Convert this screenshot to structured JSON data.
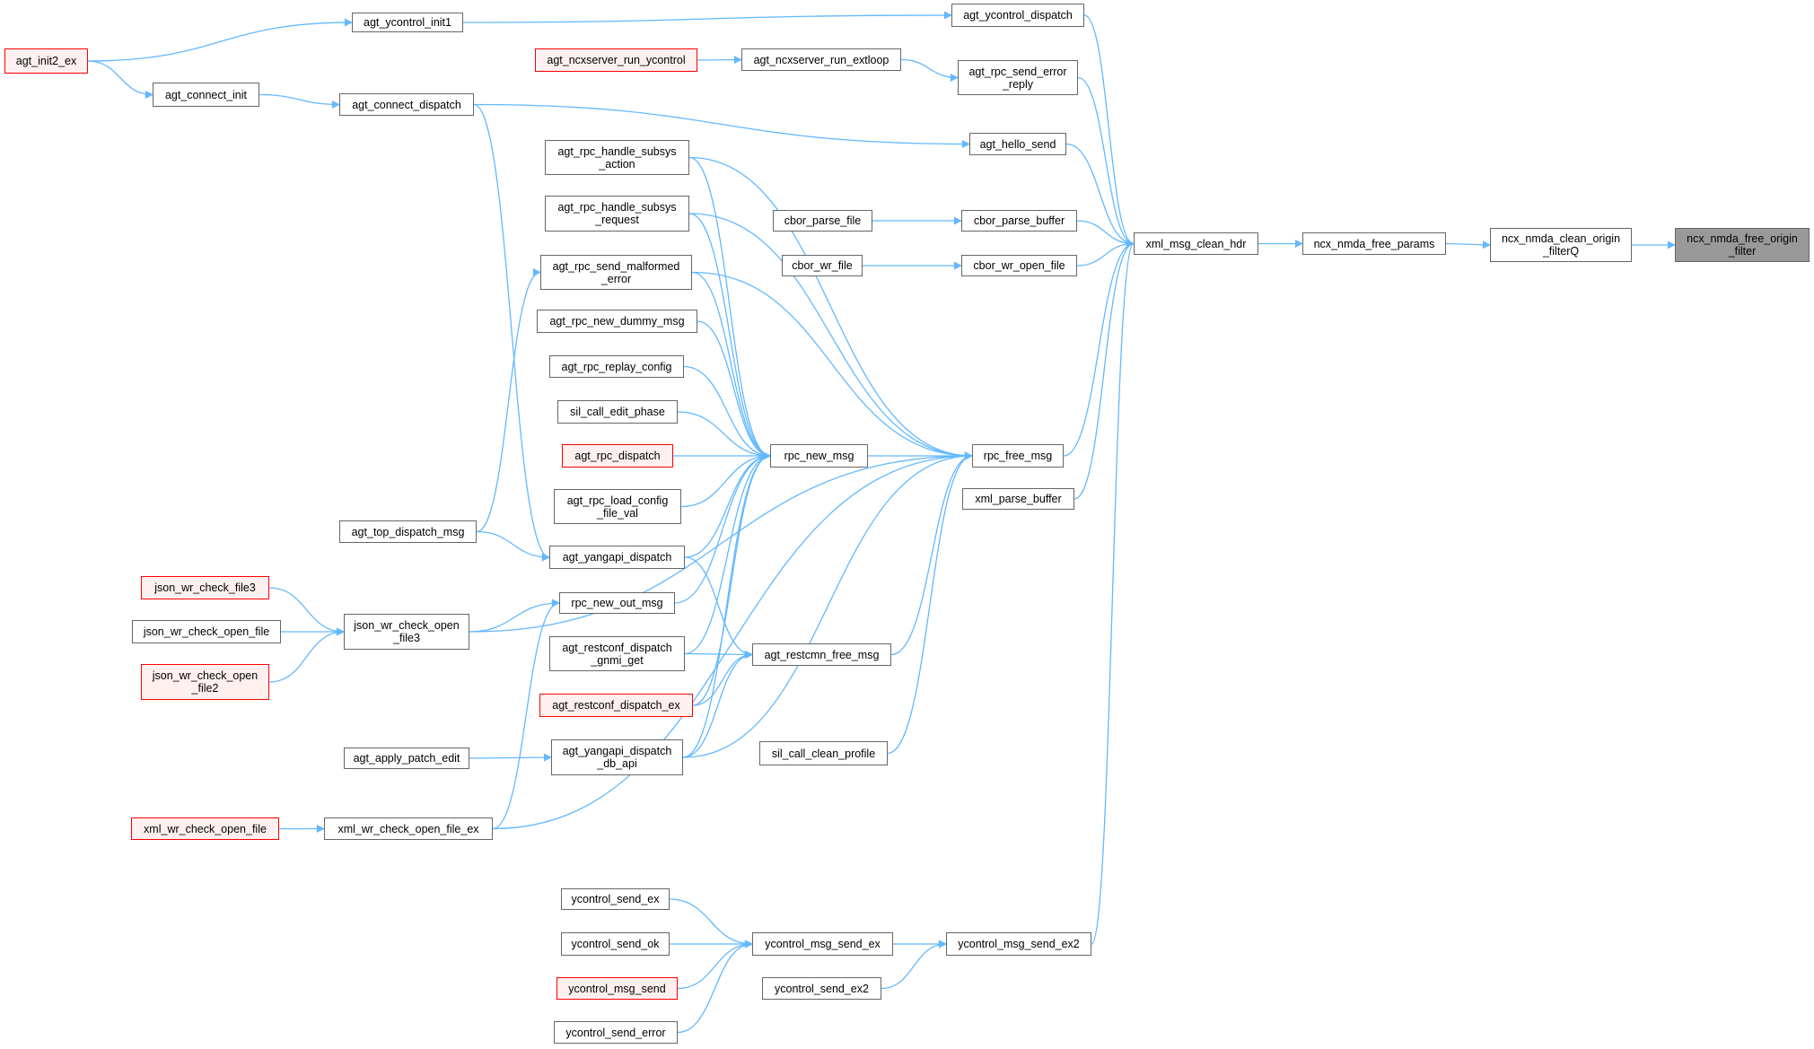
{
  "diagram": {
    "title": "Caller graph",
    "edge_color": "#63b8ff",
    "node_border_color": "#666666",
    "highlight_border_color": "#ff0000",
    "highlight_fill_color": "#fff0f0",
    "focus_fill_color": "#999999",
    "nodes": [
      {
        "id": "agt_init2_ex",
        "label": "agt_init2_ex",
        "style": "red"
      },
      {
        "id": "agt_ycontrol_init1",
        "label": "agt_ycontrol_init1",
        "style": "normal"
      },
      {
        "id": "agt_connect_init",
        "label": "agt_connect_init",
        "style": "normal"
      },
      {
        "id": "agt_connect_dispatch",
        "label": "agt_connect_dispatch",
        "style": "normal"
      },
      {
        "id": "agt_ycontrol_dispatch",
        "label": "agt_ycontrol_dispatch",
        "style": "normal"
      },
      {
        "id": "agt_ncxserver_run_ycontrol",
        "label": "agt_ncxserver_run_ycontrol",
        "style": "red"
      },
      {
        "id": "agt_ncxserver_run_extloop",
        "label": "agt_ncxserver_run_extloop",
        "style": "normal"
      },
      {
        "id": "agt_rpc_send_error_reply",
        "label": "agt_rpc_send_error\n_reply",
        "style": "normal"
      },
      {
        "id": "agt_hello_send",
        "label": "agt_hello_send",
        "style": "normal"
      },
      {
        "id": "agt_rpc_handle_subsys_action",
        "label": "agt_rpc_handle_subsys\n_action",
        "style": "normal"
      },
      {
        "id": "agt_rpc_handle_subsys_request",
        "label": "agt_rpc_handle_subsys\n_request",
        "style": "normal"
      },
      {
        "id": "agt_rpc_send_malformed_error",
        "label": "agt_rpc_send_malformed\n_error",
        "style": "normal"
      },
      {
        "id": "agt_rpc_new_dummy_msg",
        "label": "agt_rpc_new_dummy_msg",
        "style": "normal"
      },
      {
        "id": "agt_rpc_replay_config",
        "label": "agt_rpc_replay_config",
        "style": "normal"
      },
      {
        "id": "sil_call_edit_phase",
        "label": "sil_call_edit_phase",
        "style": "normal"
      },
      {
        "id": "agt_rpc_dispatch",
        "label": "agt_rpc_dispatch",
        "style": "red"
      },
      {
        "id": "agt_rpc_load_config_file_val",
        "label": "agt_rpc_load_config\n_file_val",
        "style": "normal"
      },
      {
        "id": "agt_yangapi_dispatch",
        "label": "agt_yangapi_dispatch",
        "style": "normal"
      },
      {
        "id": "rpc_new_msg",
        "label": "rpc_new_msg",
        "style": "normal"
      },
      {
        "id": "rpc_free_msg",
        "label": "rpc_free_msg",
        "style": "normal"
      },
      {
        "id": "xml_parse_buffer",
        "label": "xml_parse_buffer",
        "style": "normal"
      },
      {
        "id": "cbor_parse_file",
        "label": "cbor_parse_file",
        "style": "normal"
      },
      {
        "id": "cbor_parse_buffer",
        "label": "cbor_parse_buffer",
        "style": "normal"
      },
      {
        "id": "cbor_wr_file",
        "label": "cbor_wr_file",
        "style": "normal"
      },
      {
        "id": "cbor_wr_open_file",
        "label": "cbor_wr_open_file",
        "style": "normal"
      },
      {
        "id": "xml_msg_clean_hdr",
        "label": "xml_msg_clean_hdr",
        "style": "normal"
      },
      {
        "id": "ncx_nmda_free_params",
        "label": "ncx_nmda_free_params",
        "style": "normal"
      },
      {
        "id": "ncx_nmda_clean_origin_filterQ",
        "label": "ncx_nmda_clean_origin\n_filterQ",
        "style": "normal"
      },
      {
        "id": "ncx_nmda_free_origin_filter",
        "label": "ncx_nmda_free_origin\n_filter",
        "style": "focus"
      },
      {
        "id": "agt_top_dispatch_msg",
        "label": "agt_top_dispatch_msg",
        "style": "normal"
      },
      {
        "id": "json_wr_check_file3",
        "label": "json_wr_check_file3",
        "style": "red"
      },
      {
        "id": "json_wr_check_open_file",
        "label": "json_wr_check_open_file",
        "style": "normal"
      },
      {
        "id": "json_wr_check_open_file2",
        "label": "json_wr_check_open\n_file2",
        "style": "red"
      },
      {
        "id": "json_wr_check_open_file3",
        "label": "json_wr_check_open\n_file3",
        "style": "normal"
      },
      {
        "id": "rpc_new_out_msg",
        "label": "rpc_new_out_msg",
        "style": "normal"
      },
      {
        "id": "agt_restconf_dispatch_gnmi_get",
        "label": "agt_restconf_dispatch\n_gnmi_get",
        "style": "normal"
      },
      {
        "id": "agt_restcmn_free_msg",
        "label": "agt_restcmn_free_msg",
        "style": "normal"
      },
      {
        "id": "agt_restconf_dispatch_ex",
        "label": "agt_restconf_dispatch_ex",
        "style": "red"
      },
      {
        "id": "agt_yangapi_dispatch_db_api",
        "label": "agt_yangapi_dispatch\n_db_api",
        "style": "normal"
      },
      {
        "id": "sil_call_clean_profile",
        "label": "sil_call_clean_profile",
        "style": "normal"
      },
      {
        "id": "agt_apply_patch_edit",
        "label": "agt_apply_patch_edit",
        "style": "normal"
      },
      {
        "id": "xml_wr_check_open_file",
        "label": "xml_wr_check_open_file",
        "style": "red"
      },
      {
        "id": "xml_wr_check_open_file_ex",
        "label": "xml_wr_check_open_file_ex",
        "style": "normal"
      },
      {
        "id": "ycontrol_send_ex",
        "label": "ycontrol_send_ex",
        "style": "normal"
      },
      {
        "id": "ycontrol_send_ok",
        "label": "ycontrol_send_ok",
        "style": "normal"
      },
      {
        "id": "ycontrol_msg_send",
        "label": "ycontrol_msg_send",
        "style": "red"
      },
      {
        "id": "ycontrol_send_error",
        "label": "ycontrol_send_error",
        "style": "normal"
      },
      {
        "id": "ycontrol_msg_send_ex",
        "label": "ycontrol_msg_send_ex",
        "style": "normal"
      },
      {
        "id": "ycontrol_msg_send_ex2",
        "label": "ycontrol_msg_send_ex2",
        "style": "normal"
      },
      {
        "id": "ycontrol_send_ex2",
        "label": "ycontrol_send_ex2",
        "style": "normal"
      }
    ],
    "edges": [
      {
        "from": "agt_init2_ex",
        "to": "agt_ycontrol_init1"
      },
      {
        "from": "agt_init2_ex",
        "to": "agt_connect_init"
      },
      {
        "from": "agt_connect_init",
        "to": "agt_connect_dispatch"
      },
      {
        "from": "agt_ycontrol_init1",
        "to": "agt_ycontrol_dispatch"
      },
      {
        "from": "agt_ncxserver_run_ycontrol",
        "to": "agt_ncxserver_run_extloop"
      },
      {
        "from": "agt_ncxserver_run_extloop",
        "to": "agt_rpc_send_error_reply"
      },
      {
        "from": "agt_connect_dispatch",
        "to": "agt_hello_send"
      },
      {
        "from": "agt_connect_dispatch",
        "to": "agt_yangapi_dispatch"
      },
      {
        "from": "agt_top_dispatch_msg",
        "to": "agt_rpc_send_malformed_error"
      },
      {
        "from": "agt_top_dispatch_msg",
        "to": "agt_yangapi_dispatch"
      },
      {
        "from": "cbor_parse_file",
        "to": "cbor_parse_buffer"
      },
      {
        "from": "cbor_wr_file",
        "to": "cbor_wr_open_file"
      },
      {
        "from": "agt_ycontrol_dispatch",
        "to": "xml_msg_clean_hdr"
      },
      {
        "from": "agt_rpc_send_error_reply",
        "to": "xml_msg_clean_hdr"
      },
      {
        "from": "agt_hello_send",
        "to": "xml_msg_clean_hdr"
      },
      {
        "from": "cbor_parse_buffer",
        "to": "xml_msg_clean_hdr"
      },
      {
        "from": "cbor_wr_open_file",
        "to": "xml_msg_clean_hdr"
      },
      {
        "from": "rpc_free_msg",
        "to": "xml_msg_clean_hdr"
      },
      {
        "from": "xml_parse_buffer",
        "to": "xml_msg_clean_hdr"
      },
      {
        "from": "ycontrol_msg_send_ex2",
        "to": "xml_msg_clean_hdr"
      },
      {
        "from": "xml_msg_clean_hdr",
        "to": "ncx_nmda_free_params"
      },
      {
        "from": "ncx_nmda_free_params",
        "to": "ncx_nmda_clean_origin_filterQ"
      },
      {
        "from": "ncx_nmda_clean_origin_filterQ",
        "to": "ncx_nmda_free_origin_filter"
      },
      {
        "from": "agt_rpc_handle_subsys_action",
        "to": "rpc_new_msg"
      },
      {
        "from": "agt_rpc_handle_subsys_request",
        "to": "rpc_new_msg"
      },
      {
        "from": "agt_rpc_send_malformed_error",
        "to": "rpc_new_msg"
      },
      {
        "from": "agt_rpc_new_dummy_msg",
        "to": "rpc_new_msg"
      },
      {
        "from": "agt_rpc_replay_config",
        "to": "rpc_new_msg"
      },
      {
        "from": "sil_call_edit_phase",
        "to": "rpc_new_msg"
      },
      {
        "from": "agt_rpc_dispatch",
        "to": "rpc_new_msg"
      },
      {
        "from": "agt_rpc_load_config_file_val",
        "to": "rpc_new_msg"
      },
      {
        "from": "agt_yangapi_dispatch",
        "to": "rpc_new_msg"
      },
      {
        "from": "rpc_new_out_msg",
        "to": "rpc_new_msg"
      },
      {
        "from": "agt_restconf_dispatch_gnmi_get",
        "to": "rpc_new_msg"
      },
      {
        "from": "agt_restconf_dispatch_ex",
        "to": "rpc_new_msg"
      },
      {
        "from": "agt_yangapi_dispatch_db_api",
        "to": "rpc_new_msg"
      },
      {
        "from": "agt_rpc_handle_subsys_action",
        "to": "rpc_free_msg"
      },
      {
        "from": "agt_rpc_handle_subsys_request",
        "to": "rpc_free_msg"
      },
      {
        "from": "agt_rpc_send_malformed_error",
        "to": "rpc_free_msg"
      },
      {
        "from": "rpc_new_msg",
        "to": "rpc_free_msg"
      },
      {
        "from": "agt_restcmn_free_msg",
        "to": "rpc_free_msg"
      },
      {
        "from": "sil_call_clean_profile",
        "to": "rpc_free_msg"
      },
      {
        "from": "agt_yangapi_dispatch_db_api",
        "to": "rpc_free_msg"
      },
      {
        "from": "json_wr_check_open_file3",
        "to": "rpc_free_msg"
      },
      {
        "from": "xml_wr_check_open_file_ex",
        "to": "rpc_free_msg"
      },
      {
        "from": "agt_yangapi_dispatch",
        "to": "agt_restcmn_free_msg"
      },
      {
        "from": "agt_restconf_dispatch_gnmi_get",
        "to": "agt_restcmn_free_msg"
      },
      {
        "from": "agt_restconf_dispatch_ex",
        "to": "agt_restcmn_free_msg"
      },
      {
        "from": "agt_yangapi_dispatch_db_api",
        "to": "agt_restcmn_free_msg"
      },
      {
        "from": "json_wr_check_file3",
        "to": "json_wr_check_open_file3"
      },
      {
        "from": "json_wr_check_open_file",
        "to": "json_wr_check_open_file3"
      },
      {
        "from": "json_wr_check_open_file2",
        "to": "json_wr_check_open_file3"
      },
      {
        "from": "json_wr_check_open_file3",
        "to": "rpc_new_out_msg"
      },
      {
        "from": "xml_wr_check_open_file_ex",
        "to": "rpc_new_out_msg"
      },
      {
        "from": "agt_apply_patch_edit",
        "to": "agt_yangapi_dispatch_db_api"
      },
      {
        "from": "xml_wr_check_open_file",
        "to": "xml_wr_check_open_file_ex"
      },
      {
        "from": "ycontrol_send_ex",
        "to": "ycontrol_msg_send_ex"
      },
      {
        "from": "ycontrol_send_ok",
        "to": "ycontrol_msg_send_ex"
      },
      {
        "from": "ycontrol_msg_send",
        "to": "ycontrol_msg_send_ex"
      },
      {
        "from": "ycontrol_send_error",
        "to": "ycontrol_msg_send_ex"
      },
      {
        "from": "ycontrol_msg_send_ex",
        "to": "ycontrol_msg_send_ex2"
      },
      {
        "from": "ycontrol_send_ex2",
        "to": "ycontrol_msg_send_ex2"
      }
    ]
  }
}
